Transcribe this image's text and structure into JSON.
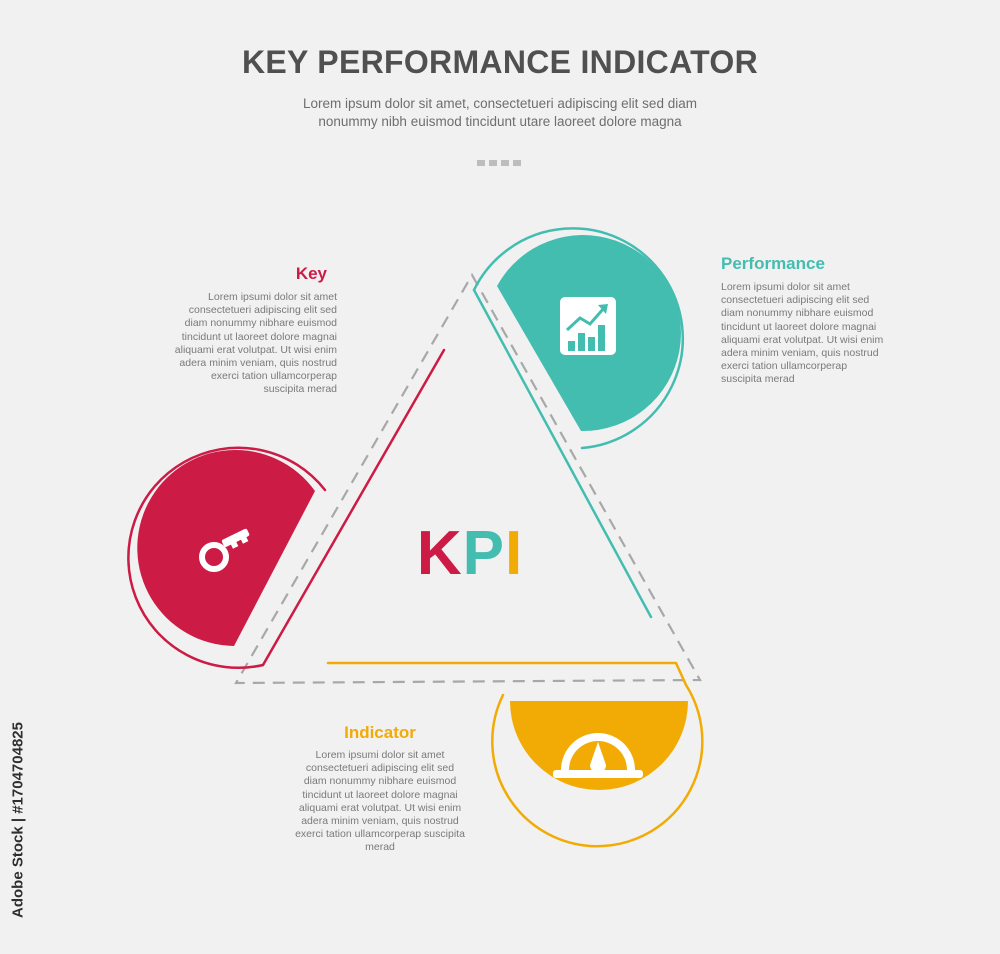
{
  "header": {
    "title": "KEY PERFORMANCE INDICATOR",
    "subtitle": "Lorem ipsum dolor sit amet, consectetueri adipiscing elit sed diam nonummy nibh euismod tincidunt utare laoreet dolore magna"
  },
  "center": {
    "letters": [
      "K",
      "P",
      "I"
    ]
  },
  "colors": {
    "key": "#cc1b45",
    "performance": "#43bdb0",
    "indicator": "#f2ab05",
    "dashed": "#a8a8a8"
  },
  "blocks": [
    {
      "title": "Key",
      "text": "Lorem ipsumi dolor sit amet consectetueri adipiscing elit sed diam nonummy nibhare euismod tincidunt ut laoreet dolore magnai aliquami erat volutpat. Ut wisi enim adera minim veniam, quis nostrud exerci tation ullamcorperap suscipita merad",
      "icon": "key-icon"
    },
    {
      "title": "Performance",
      "text": "Lorem ipsumi dolor sit amet consectetueri adipiscing elit sed diam nonummy nibhare euismod tincidunt ut laoreet dolore magnai aliquami erat volutpat. Ut wisi enim adera minim veniam, quis nostrud exerci tation ullamcorperap suscipita merad",
      "icon": "growth-chart-icon"
    },
    {
      "title": "Indicator",
      "text": "Lorem ipsumi dolor sit amet consectetueri adipiscing elit sed diam nonummy nibhare euismod tincidunt ut laoreet dolore magnai aliquami erat volutpat. Ut wisi enim adera minim veniam, quis nostrud exerci tation ullamcorperap suscipita merad",
      "icon": "gauge-icon"
    }
  ],
  "watermark": "Adobe Stock | #1704704825"
}
